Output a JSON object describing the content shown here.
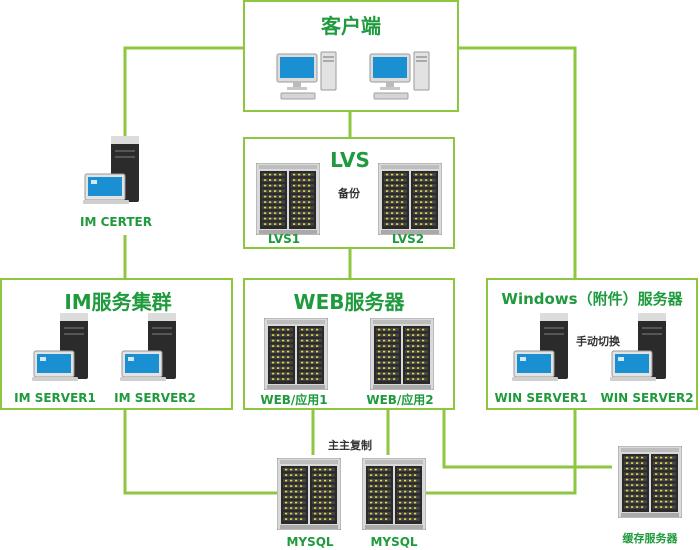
{
  "colors": {
    "accent_green": "#8dc63f",
    "label_green": "#1f9a3d",
    "note_text": "#333333",
    "rack_dark": "#2a2a2a",
    "rack_light": "#d9d9d9",
    "screen_blue": "#1a8fd1",
    "led_yellow": "#e5d84a"
  },
  "icons": {
    "client_pc": "desktop-computer-icon",
    "rack_server": "rack-server-icon",
    "tower_server": "tower-server-with-monitor-icon"
  },
  "client": {
    "title": "客户端"
  },
  "lvs": {
    "title": "LVS",
    "backup_note": "备份",
    "node1": "LVS1",
    "node2": "LVS2"
  },
  "im_center": {
    "label": "IM CERTER"
  },
  "im_cluster": {
    "title": "IM服务集群",
    "server1": "IM SERVER1",
    "server2": "IM SERVER2"
  },
  "web": {
    "title": "WEB服务器",
    "server1": "WEB/应用1",
    "server2": "WEB/应用2"
  },
  "windows": {
    "title": "Windows（附件）服务器",
    "failover_note": "手动切换",
    "server1": "WIN SERVER1",
    "server2": "WIN SERVER2"
  },
  "mysql": {
    "replication_note": "主主复制",
    "db1": "MYSQL",
    "db2": "MYSQL"
  },
  "cache": {
    "label": "缓存服务器"
  }
}
